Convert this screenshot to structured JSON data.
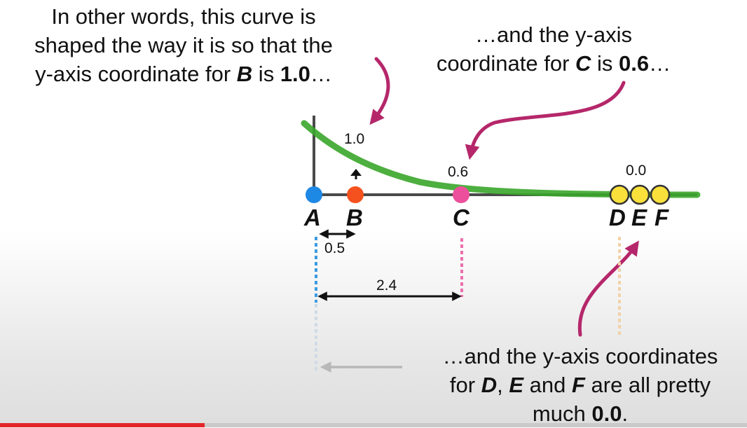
{
  "callouts": {
    "b": {
      "line1": "In other words, this curve is",
      "line2": "shaped the way it is so that the",
      "line3_pre": "y-axis coordinate for ",
      "line3_point": "B",
      "line3_mid": " is ",
      "line3_value": "1.0",
      "line3_post": "…"
    },
    "c": {
      "line1": "…and the y-axis",
      "line2_pre": "coordinate for ",
      "line2_point": "C",
      "line2_mid": " is ",
      "line2_value": "0.6",
      "line2_post": "…"
    },
    "def": {
      "line1": "…and the y-axis coordinates",
      "line2_pre": "for ",
      "line2_d": "D",
      "line2_sep1": ", ",
      "line2_e": "E",
      "line2_sep2": " and ",
      "line2_f": "F",
      "line2_post": " are all pretty",
      "line3_pre": "much ",
      "line3_value": "0.0",
      "line3_post": "."
    }
  },
  "diagram": {
    "points": [
      {
        "letter": "A",
        "color": "#1e88e5"
      },
      {
        "letter": "B",
        "color": "#f4511e"
      },
      {
        "letter": "C",
        "color": "#ec4f9c"
      },
      {
        "letter": "D",
        "color": "#f9e03b"
      },
      {
        "letter": "E",
        "color": "#f9e03b"
      },
      {
        "letter": "F",
        "color": "#f9e03b"
      }
    ],
    "value_labels": {
      "b": "1.0",
      "c": "0.6",
      "def": "0.0"
    },
    "distance_labels": {
      "ab": "0.5",
      "ac": "2.4"
    },
    "colors": {
      "curve": "#3aa62a",
      "arrow": "#b5276a",
      "axis": "#4a4a4a",
      "dots_a": "#3a9be0",
      "dots_c": "#ec6fac",
      "dots_def": "#f2d2a8"
    }
  },
  "video_progress": {
    "fraction": 0.274
  }
}
